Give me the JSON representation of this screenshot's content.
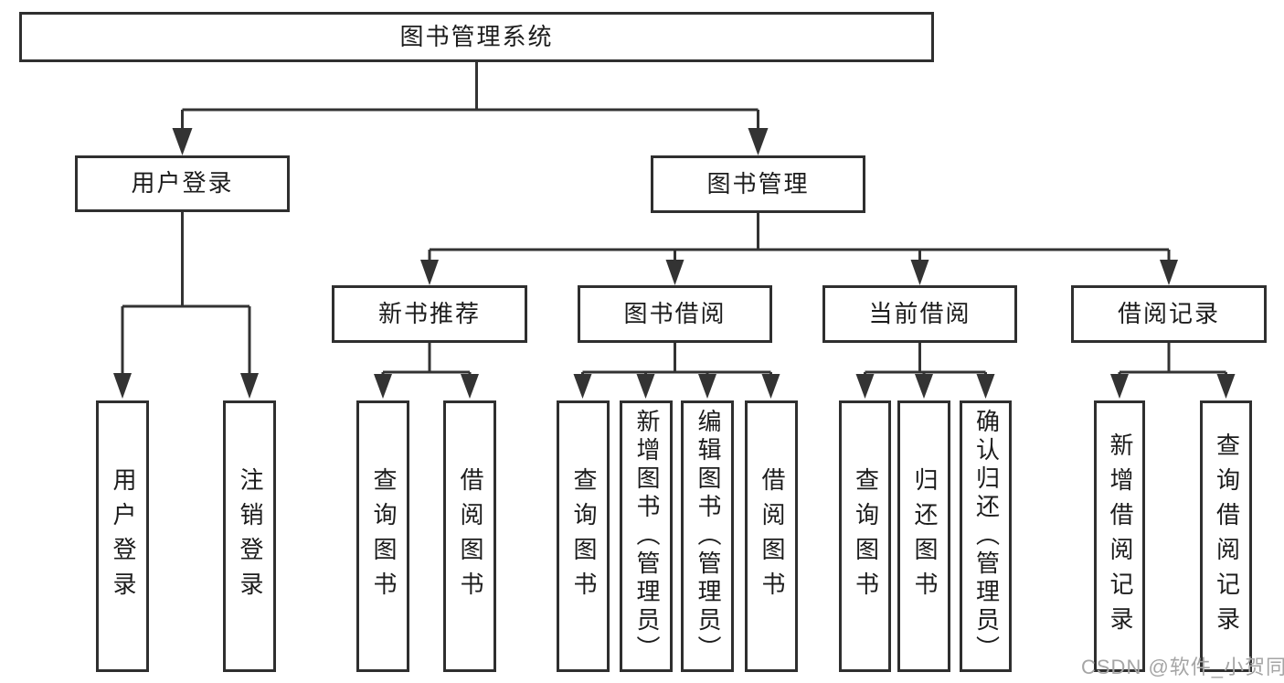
{
  "diagram": {
    "root": "图书管理系统",
    "level2": [
      "用户登录",
      "图书管理"
    ],
    "level3": [
      "新书推荐",
      "图书借阅",
      "当前借阅",
      "借阅记录"
    ],
    "leaves": {
      "user_login": [
        "用户登录",
        "注销登录"
      ],
      "new_book": [
        "查询图书",
        "借阅图书"
      ],
      "book_borrow": [
        "查询图书",
        "新增图书（管理员）",
        "编辑图书（管理员）",
        "借阅图书"
      ],
      "current_borrow": [
        "查询图书",
        "归还图书",
        "确认归还（管理员）"
      ],
      "borrow_record": [
        "新增借阅记录",
        "查询借阅记录"
      ]
    }
  },
  "watermark": {
    "text": "CSDN @软件_小贺同学"
  },
  "colors": {
    "line": "#333333",
    "border": "#2f2f2f",
    "text": "#1c1c1c",
    "watermark": "#a5a5a5",
    "background": "#ffffff"
  }
}
